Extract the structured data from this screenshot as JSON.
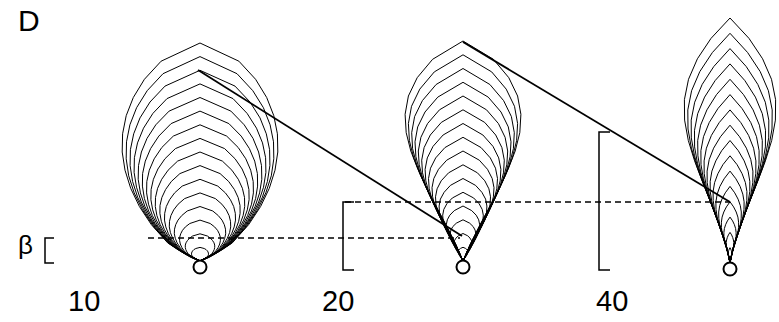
{
  "diagram": {
    "labels": [
      "D",
      "β",
      "10",
      "20",
      "40"
    ]
  }
}
